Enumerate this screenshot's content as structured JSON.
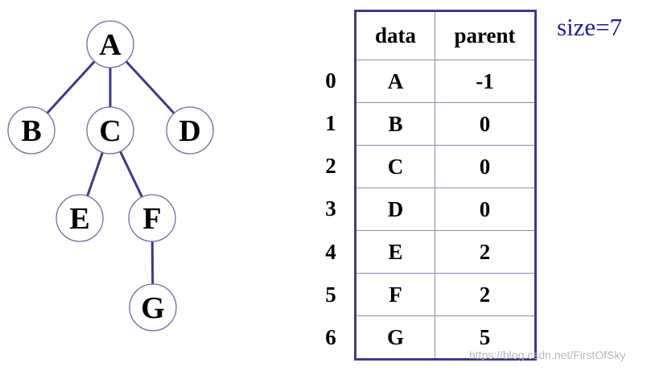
{
  "tree": {
    "nodes": [
      {
        "id": "A",
        "label": "A"
      },
      {
        "id": "B",
        "label": "B"
      },
      {
        "id": "C",
        "label": "C"
      },
      {
        "id": "D",
        "label": "D"
      },
      {
        "id": "E",
        "label": "E"
      },
      {
        "id": "F",
        "label": "F"
      },
      {
        "id": "G",
        "label": "G"
      }
    ],
    "edges": [
      [
        "A",
        "B"
      ],
      [
        "A",
        "C"
      ],
      [
        "A",
        "D"
      ],
      [
        "C",
        "E"
      ],
      [
        "C",
        "F"
      ],
      [
        "F",
        "G"
      ]
    ],
    "edge_color": "#3c3c82",
    "node_stroke_color": "#6e6ea0"
  },
  "table": {
    "headers": {
      "data": "data",
      "parent": "parent"
    },
    "rows": [
      {
        "index": "0",
        "data": "A",
        "parent": "-1"
      },
      {
        "index": "1",
        "data": "B",
        "parent": "0"
      },
      {
        "index": "2",
        "data": "C",
        "parent": "0"
      },
      {
        "index": "3",
        "data": "D",
        "parent": "0"
      },
      {
        "index": "4",
        "data": "E",
        "parent": "2"
      },
      {
        "index": "5",
        "data": "F",
        "parent": "2"
      },
      {
        "index": "6",
        "data": "G",
        "parent": "5"
      }
    ]
  },
  "size_label": "size=7",
  "watermark": "https://blog.csdn.net/FirstOfSky"
}
